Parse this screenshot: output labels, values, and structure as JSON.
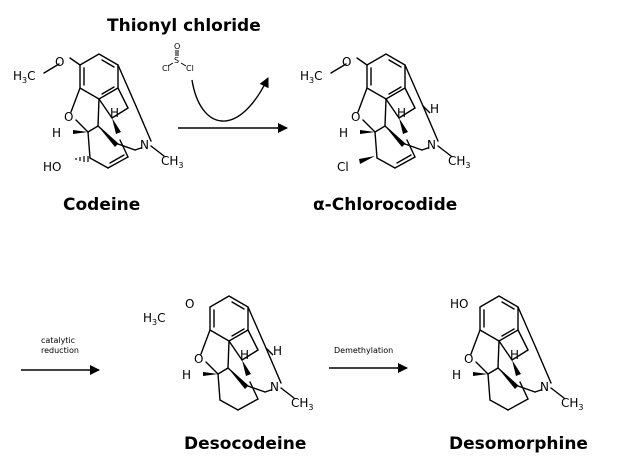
{
  "reagent": {
    "name": "Thionyl chloride",
    "atoms": {
      "o": "O",
      "s": "S",
      "cl": "Cl"
    }
  },
  "compounds": {
    "codeine": "Codeine",
    "chlorocodide": "α-Chlorocodide",
    "desocodeine": "Desocodeine",
    "desomorphine": "Desomorphine"
  },
  "steps": {
    "reduction_line1": "catalytic",
    "reduction_line2": "reduction",
    "demethylation": "Demethylation"
  },
  "atoms": {
    "methoxy_c": "H",
    "methoxy_sub": "3",
    "methoxy_c2": "C",
    "o": "O",
    "n": "N",
    "h": "H",
    "ho": "HO",
    "cl": "Cl",
    "ch": "CH",
    "ch_sub": "3"
  }
}
